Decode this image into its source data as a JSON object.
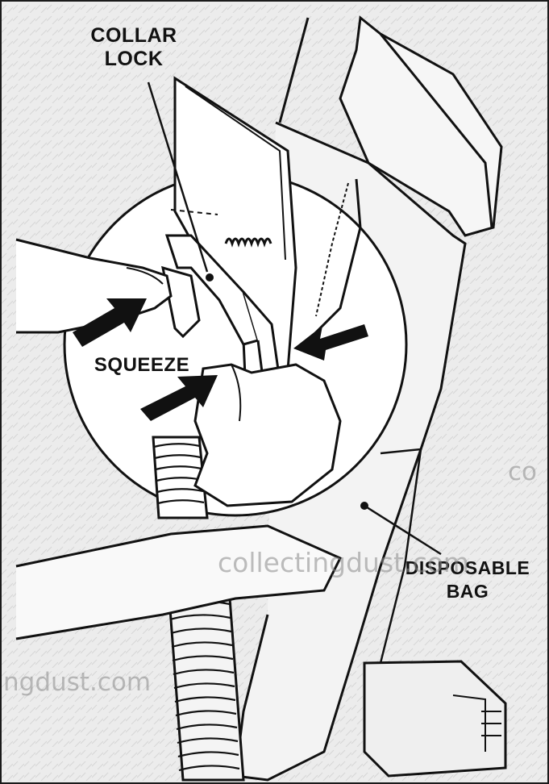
{
  "labels": {
    "collar_lock_line1": "COLLAR",
    "collar_lock_line2": "LOCK",
    "squeeze": "SQUEEZE",
    "disposable_line1": "DISPOSABLE",
    "disposable_line2": "BAG"
  },
  "watermarks": {
    "right": "co",
    "middle": "collectingdust.com",
    "left": "ngdust.com"
  },
  "colors": {
    "background": "#ebebeb",
    "circle": "#ffffff",
    "ink": "#111111",
    "watermark": "#8a8a8a"
  }
}
